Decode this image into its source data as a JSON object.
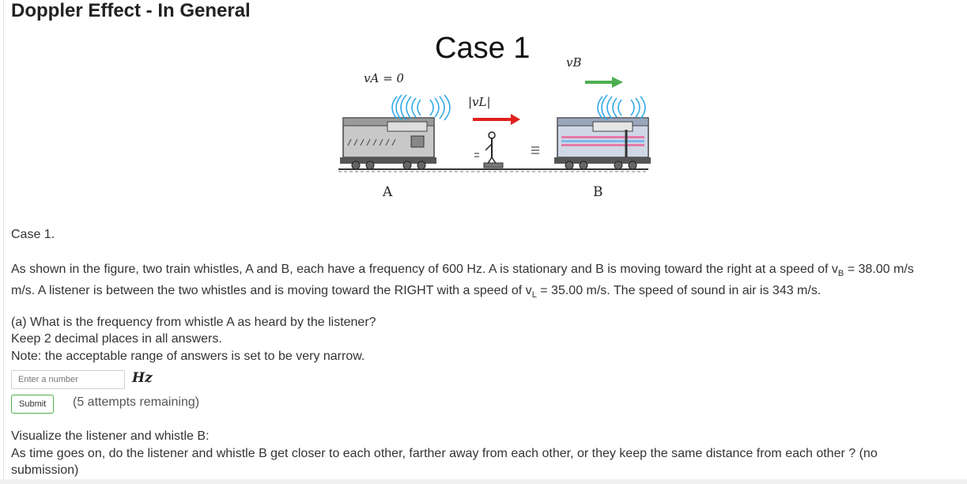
{
  "header": {
    "title": "Doppler Effect - In General"
  },
  "figure": {
    "case_title": "Case 1",
    "label_vA": "vA = 0",
    "label_vB": "vB",
    "label_vL": "|vL|",
    "label_A": "A",
    "label_B": "B",
    "arrow_colors": {
      "listener": "#e0201c",
      "train_b": "#4caf50"
    },
    "wave_color": "#2aa6e8"
  },
  "body": {
    "case_label": "Case 1.",
    "problem_part1": "As shown in the figure, two train whistles, A and B, each have a frequency of 600 Hz. A is stationary and B is moving toward the right at a speed of v",
    "sub_B": "B",
    "problem_part2": " = 38.00 m/s",
    "problem_line2a": "m/s. A listener is between the two whistles and is moving toward the RIGHT with a speed of v",
    "sub_L": "L",
    "problem_line2b": " = 35.00 m/s. The speed of sound in air is 343 m/s.",
    "question_a": "(a) What is the frequency from whistle A as heard by the listener?",
    "keep_decimals": "Keep 2 decimal places in all answers.",
    "note": "Note: the acceptable range of answers is set to be very narrow."
  },
  "answer": {
    "placeholder": "Enter a number",
    "unit": "Hz",
    "submit_label": "Submit",
    "attempts": "(5 attempts remaining)"
  },
  "followup": {
    "visualize": "Visualize the listener and whistle B:",
    "question": "As time goes on, do  the listener and whistle B get closer to each other, farther away from each other, or they keep the same distance from each other ? (no",
    "question_cont": "submission)"
  }
}
